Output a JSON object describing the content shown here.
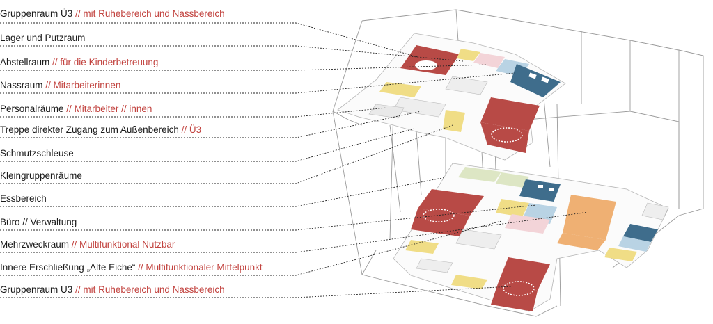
{
  "labels": [
    {
      "name": "Gruppenraum Ü3",
      "sep": " // ",
      "detail": "mit Ruhebereich und Nassbereich"
    },
    {
      "name": "Lager und Putzraum",
      "sep": "",
      "detail": ""
    },
    {
      "name": "Abstellraum",
      "sep": " // ",
      "detail": "für die Kinderbetreuung"
    },
    {
      "name": "Nassraum",
      "sep": " // ",
      "detail": "Mitarbeiterinnen"
    },
    {
      "name": "Personalräume",
      "sep": " // ",
      "detail": "Mitarbeiter // innen"
    },
    {
      "name": "Treppe direkter Zugang zum Außenbereich",
      "sep": " // ",
      "detail": "Ü3"
    },
    {
      "name": "Schmutzschleuse",
      "sep": "",
      "detail": ""
    },
    {
      "name": "Kleingruppenräume",
      "sep": "",
      "detail": ""
    },
    {
      "name": "Essbereich",
      "sep": "",
      "detail": ""
    },
    {
      "name": "Büro // Verwaltung",
      "sep": "",
      "detail": ""
    },
    {
      "name": "Mehrzweckraum",
      "sep": " // ",
      "detail": "Multifunktional Nutzbar"
    },
    {
      "name": "Innere Erschließung „Alte Eiche“",
      "sep": " // ",
      "detail": "Multifunktionaler Mittelpunkt"
    },
    {
      "name": "Gruppenraum U3",
      "sep": " // ",
      "detail": "mit Ruhebereich und Nassbereich"
    }
  ],
  "colors": {
    "text": "#1a1a1a",
    "accent": "#c2433f",
    "red_room": "#b84a46",
    "blue_room": "#3f6d8c",
    "yellow_room": "#f0dd86",
    "orange_room": "#efb073",
    "light_blue_room": "#b9d3e4",
    "green_room": "#dde6c4",
    "pink_room": "#f3d4d8",
    "wire": "#9a9a9a"
  }
}
